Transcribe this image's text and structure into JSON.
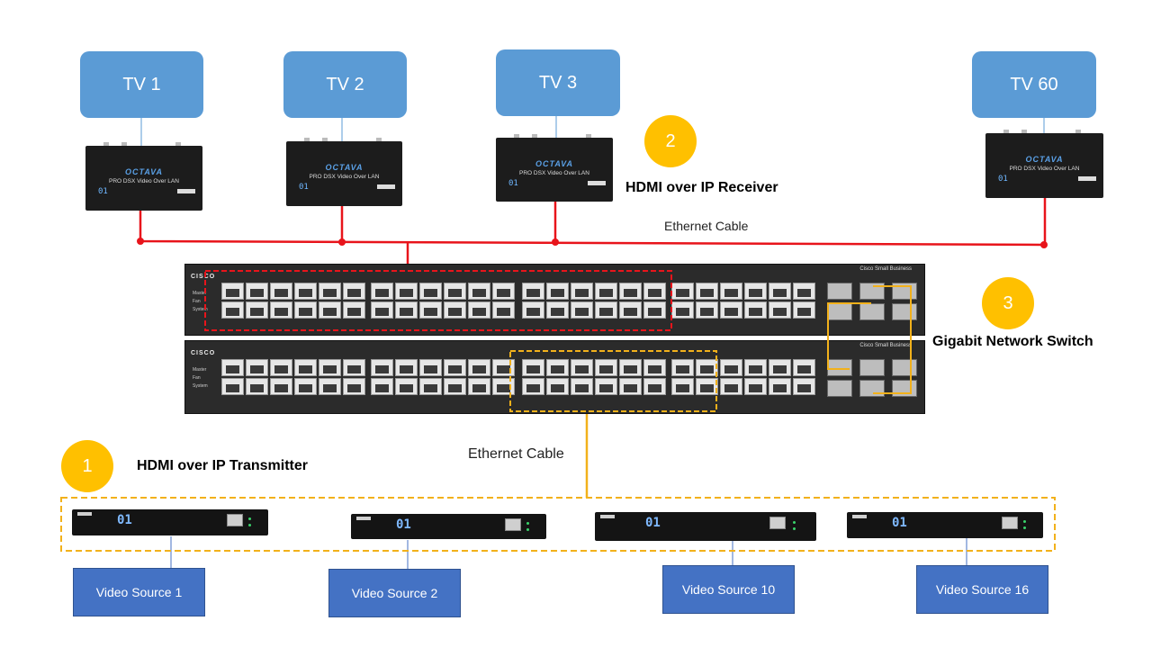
{
  "tvs": [
    {
      "label": "TV 1"
    },
    {
      "label": "TV 2"
    },
    {
      "label": "TV 3"
    },
    {
      "label": "TV 60"
    }
  ],
  "receiver": {
    "brand": "OCTAVA",
    "model": "PRO DSX Video Over LAN",
    "display": "01"
  },
  "transmitter": {
    "display": "01"
  },
  "steps": [
    {
      "number": "1",
      "label": "HDMI over IP Transmitter"
    },
    {
      "number": "2",
      "label": "HDMI over IP Receiver"
    },
    {
      "number": "3",
      "label": "Gigabit Network Switch"
    }
  ],
  "cables": {
    "top_label": "Ethernet Cable",
    "bottom_label": "Ethernet Cable",
    "receiver_color": "#e8141b",
    "transmitter_color": "#f2b11b"
  },
  "switch": {
    "logo": "CISCO",
    "brand": "Cisco Small Business",
    "status_leds": [
      "Master",
      "Fan",
      "System"
    ]
  },
  "sources": [
    {
      "label": "Video Source 1"
    },
    {
      "label": "Video Source 2"
    },
    {
      "label": "Video Source 10"
    },
    {
      "label": "Video Source 16"
    }
  ],
  "colors": {
    "tv_box": "#5b9bd5",
    "source_box": "#4472c4",
    "step_circle": "#ffc000"
  }
}
